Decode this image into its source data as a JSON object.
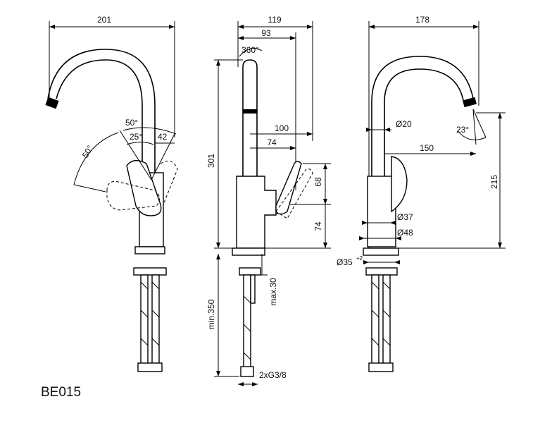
{
  "model_code": "BE015",
  "dimensions": {
    "front_width": "201",
    "front_angle_swivel": "50°",
    "front_angle_lever": "50°",
    "front_angle_small": "25°",
    "front_offset": "42",
    "side_depth_total": "119",
    "side_depth_spout": "93",
    "side_rotation": "360°",
    "side_reach_100": "100",
    "side_reach_74": "74",
    "side_height_301": "301",
    "side_lever_68": "68",
    "side_body_74": "74",
    "side_min_hose": "min.350",
    "side_max_thickness": "max.30",
    "side_thread": "2xG3/8",
    "back_width": "178",
    "back_diameter_20": "Ø20",
    "back_angle_23": "23°",
    "back_reach_150": "150",
    "back_height_215": "215",
    "back_diameter_37": "Ø37",
    "back_diameter_48": "Ø48",
    "back_hole": "Ø35",
    "back_hole_tolerance": "+2"
  }
}
